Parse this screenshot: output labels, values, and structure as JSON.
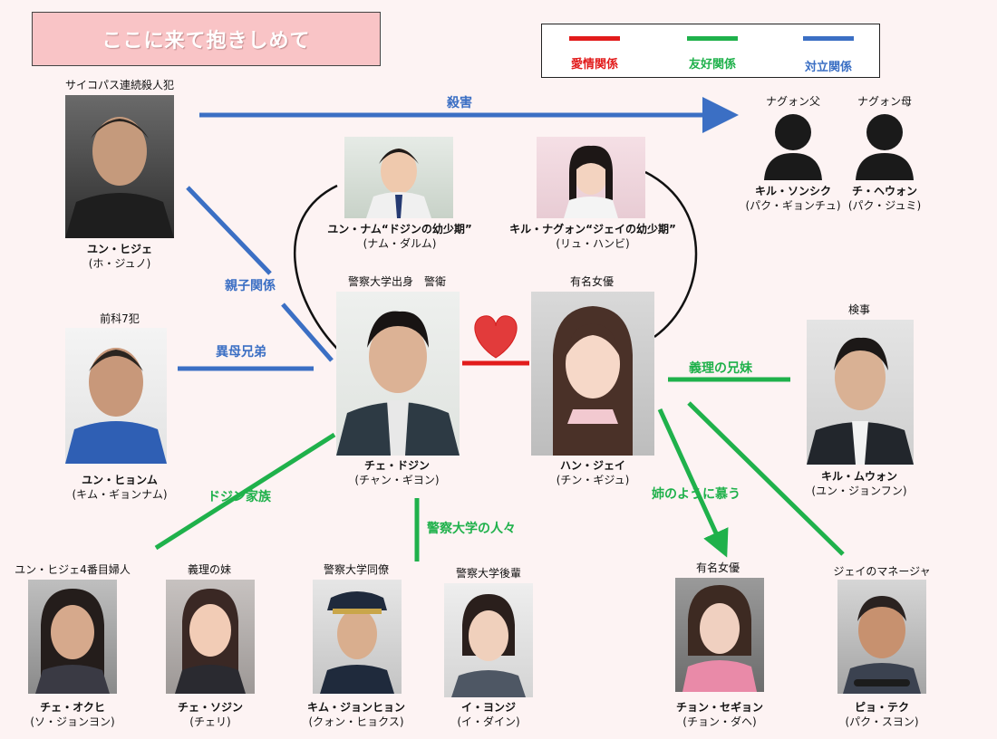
{
  "title": "ここに来て抱きしめて",
  "legend": [
    {
      "label": "愛情関係",
      "color": "#e21b1b"
    },
    {
      "label": "友好関係",
      "color": "#1fb14b"
    },
    {
      "label": "対立関係",
      "color": "#3b6fc4"
    }
  ],
  "people": {
    "yun_hije": {
      "label": "サイコパス連続殺人犯",
      "name": "ユン・ヒジェ",
      "actor": "(ホ・ジュノ)"
    },
    "yun_hyeon": {
      "label": "前科7犯",
      "name": "ユン・ヒョンム",
      "actor": "(キム・ギョンナム)"
    },
    "yun_nam": {
      "name": "ユン・ナム“ドジンの幼少期”",
      "actor": "(ナム・ダルム)"
    },
    "kil_nagon": {
      "name": "キル・ナグォン“ジェイの幼少期”",
      "actor": "(リュ・ハンビ)"
    },
    "che_dojin": {
      "label": "警察大学出身　警衛",
      "name": "チェ・ドジン",
      "actor": "(チャン・ギヨン)"
    },
    "han_jei": {
      "label": "有名女優",
      "name": "ハン・ジェイ",
      "actor": "(チン・ギジュ)"
    },
    "father": {
      "label": "ナグォン父",
      "name": "キル・ソンシク",
      "actor": "(パク・ギョンチュ)"
    },
    "mother": {
      "label": "ナグォン母",
      "name": "チ・ヘウォン",
      "actor": "(パク・ジュミ)"
    },
    "kil_muon": {
      "label": "検事",
      "name": "キル・ムウォン",
      "actor": "(ユン・ジョンフン)"
    },
    "che_okhi": {
      "label": "ユン・ヒジェ4番目婦人",
      "name": "チェ・オクヒ",
      "actor": "(ソ・ジョンヨン)"
    },
    "che_sojin": {
      "label": "義理の妹",
      "name": "チェ・ソジン",
      "actor": "(チェリ)"
    },
    "kim_jonghyon": {
      "label": "警察大学同僚",
      "name": "キム・ジョンヒョン",
      "actor": "(クォン・ヒョクス)"
    },
    "i_yonji": {
      "label": "警察大学後輩",
      "name": "イ・ヨンジ",
      "actor": "(イ・ダイン)"
    },
    "chon_segyon": {
      "label": "有名女優",
      "name": "チョン・セギョン",
      "actor": "(チョン・ダヘ)"
    },
    "pyo_teku": {
      "label": "ジェイのマネージャ",
      "name": "ピョ・テク",
      "actor": "(パク・スヨン)"
    }
  },
  "relations": {
    "kill": "殺害",
    "parent": "親子関係",
    "half_brother": "異母兄弟",
    "in_law_siblings": "義理の兄妹",
    "dojin_family": "ドジン家族",
    "police_people": "警察大学の人々",
    "like_sister": "姉のように慕う"
  }
}
